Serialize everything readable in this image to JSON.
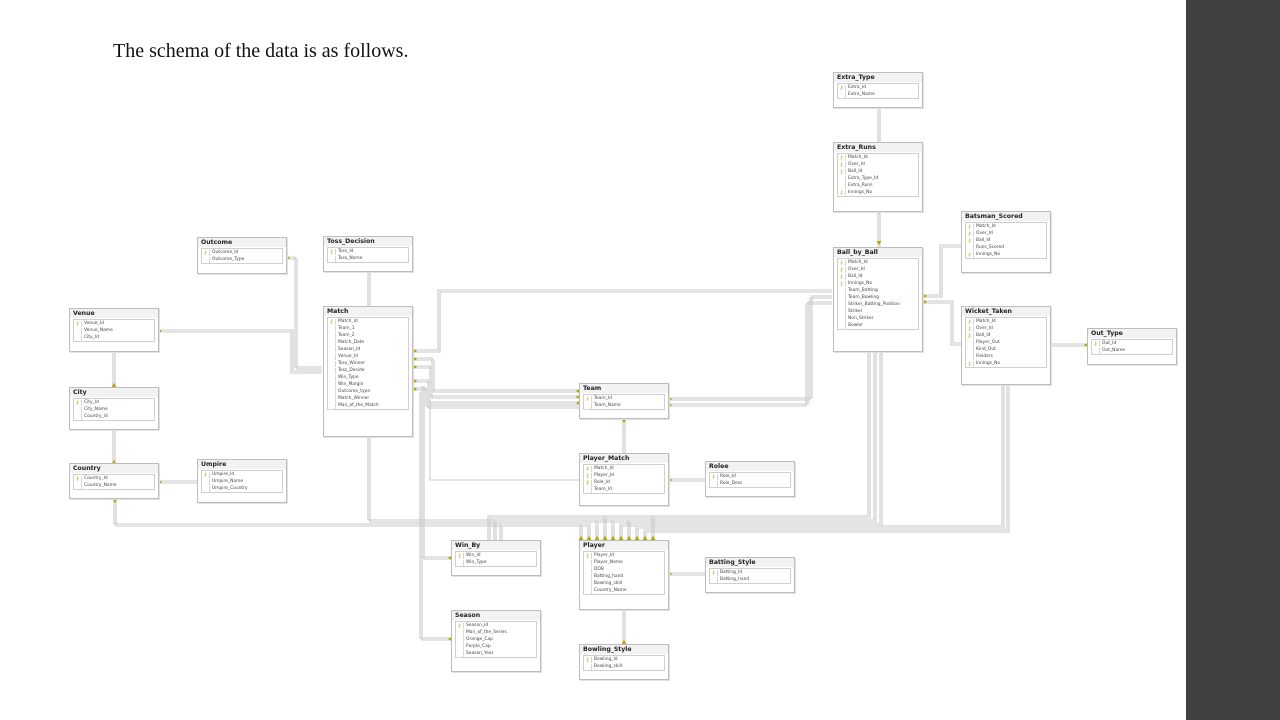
{
  "slide": {
    "title": "The schema of the data is as follows.",
    "sidebar_color": "#404040",
    "connector_color": "#c8c8c8",
    "key_icon_color": "#b8a600"
  },
  "tables": [
    {
      "id": "Extra_Type",
      "name": "Extra_Type",
      "columns": [
        {
          "name": "Extra_Id",
          "pk": true
        },
        {
          "name": "Extra_Name",
          "pk": false
        }
      ]
    },
    {
      "id": "Extra_Runs",
      "name": "Extra_Runs",
      "columns": [
        {
          "name": "Match_Id",
          "pk": true
        },
        {
          "name": "Over_Id",
          "pk": true
        },
        {
          "name": "Ball_Id",
          "pk": true
        },
        {
          "name": "Extra_Type_Id",
          "pk": false
        },
        {
          "name": "Extra_Runs",
          "pk": false
        },
        {
          "name": "Innings_No",
          "pk": true
        }
      ]
    },
    {
      "id": "Batsman_Scored",
      "name": "Batsman_Scored",
      "columns": [
        {
          "name": "Match_Id",
          "pk": true
        },
        {
          "name": "Over_Id",
          "pk": true
        },
        {
          "name": "Ball_Id",
          "pk": true
        },
        {
          "name": "Runs_Scored",
          "pk": false
        },
        {
          "name": "Innings_No",
          "pk": true
        }
      ]
    },
    {
      "id": "Ball_by_Ball",
      "name": "Ball_by_Ball",
      "columns": [
        {
          "name": "Match_Id",
          "pk": true
        },
        {
          "name": "Over_Id",
          "pk": true
        },
        {
          "name": "Ball_Id",
          "pk": true
        },
        {
          "name": "Innings_No",
          "pk": true
        },
        {
          "name": "Team_Batting",
          "pk": false
        },
        {
          "name": "Team_Bowling",
          "pk": false
        },
        {
          "name": "Striker_Batting_Position",
          "pk": false
        },
        {
          "name": "Striker",
          "pk": false
        },
        {
          "name": "Non_Striker",
          "pk": false
        },
        {
          "name": "Bowler",
          "pk": false
        }
      ]
    },
    {
      "id": "Wicket_Taken",
      "name": "Wicket_Taken",
      "columns": [
        {
          "name": "Match_Id",
          "pk": true
        },
        {
          "name": "Over_Id",
          "pk": true
        },
        {
          "name": "Ball_Id",
          "pk": true
        },
        {
          "name": "Player_Out",
          "pk": false
        },
        {
          "name": "Kind_Out",
          "pk": false
        },
        {
          "name": "Fielders",
          "pk": false
        },
        {
          "name": "Innings_No",
          "pk": true
        }
      ]
    },
    {
      "id": "Out_Type",
      "name": "Out_Type",
      "columns": [
        {
          "name": "Out_Id",
          "pk": true
        },
        {
          "name": "Out_Name",
          "pk": false
        }
      ]
    },
    {
      "id": "Outcome",
      "name": "Outcome",
      "columns": [
        {
          "name": "Outcome_Id",
          "pk": true
        },
        {
          "name": "Outcome_Type",
          "pk": false
        }
      ]
    },
    {
      "id": "Toss_Decision",
      "name": "Toss_Decision",
      "columns": [
        {
          "name": "Toss_Id",
          "pk": true
        },
        {
          "name": "Toss_Name",
          "pk": false
        }
      ]
    },
    {
      "id": "Venue",
      "name": "Venue",
      "columns": [
        {
          "name": "Venue_Id",
          "pk": true
        },
        {
          "name": "Venue_Name",
          "pk": false
        },
        {
          "name": "City_Id",
          "pk": false
        }
      ]
    },
    {
      "id": "Match",
      "name": "Match",
      "columns": [
        {
          "name": "Match_Id",
          "pk": true
        },
        {
          "name": "Team_1",
          "pk": false
        },
        {
          "name": "Team_2",
          "pk": false
        },
        {
          "name": "Match_Date",
          "pk": false
        },
        {
          "name": "Season_Id",
          "pk": false
        },
        {
          "name": "Venue_Id",
          "pk": false
        },
        {
          "name": "Toss_Winner",
          "pk": false
        },
        {
          "name": "Toss_Decide",
          "pk": false
        },
        {
          "name": "Win_Type",
          "pk": false
        },
        {
          "name": "Win_Margin",
          "pk": false
        },
        {
          "name": "Outcome_type",
          "pk": false
        },
        {
          "name": "Match_Winner",
          "pk": false
        },
        {
          "name": "Man_of_the_Match",
          "pk": false
        }
      ]
    },
    {
      "id": "City",
      "name": "City",
      "columns": [
        {
          "name": "City_Id",
          "pk": true
        },
        {
          "name": "City_Name",
          "pk": false
        },
        {
          "name": "Country_id",
          "pk": false
        }
      ]
    },
    {
      "id": "Team",
      "name": "Team",
      "columns": [
        {
          "name": "Team_Id",
          "pk": true
        },
        {
          "name": "Team_Name",
          "pk": false
        }
      ]
    },
    {
      "id": "Country",
      "name": "Country",
      "columns": [
        {
          "name": "Country_Id",
          "pk": true
        },
        {
          "name": "Country_Name",
          "pk": false
        }
      ]
    },
    {
      "id": "Umpire",
      "name": "Umpire",
      "columns": [
        {
          "name": "Umpire_Id",
          "pk": true
        },
        {
          "name": "Umpire_Name",
          "pk": false
        },
        {
          "name": "Umpire_Country",
          "pk": false
        }
      ]
    },
    {
      "id": "Player_Match",
      "name": "Player_Match",
      "columns": [
        {
          "name": "Match_Id",
          "pk": true
        },
        {
          "name": "Player_Id",
          "pk": true
        },
        {
          "name": "Role_Id",
          "pk": true
        },
        {
          "name": "Team_Id",
          "pk": false
        }
      ]
    },
    {
      "id": "Rolee",
      "name": "Rolee",
      "columns": [
        {
          "name": "Role_Id",
          "pk": true
        },
        {
          "name": "Role_Desc",
          "pk": false
        }
      ]
    },
    {
      "id": "Win_By",
      "name": "Win_By",
      "columns": [
        {
          "name": "Win_Id",
          "pk": true
        },
        {
          "name": "Win_Type",
          "pk": false
        }
      ]
    },
    {
      "id": "Player",
      "name": "Player",
      "columns": [
        {
          "name": "Player_Id",
          "pk": true
        },
        {
          "name": "Player_Name",
          "pk": false
        },
        {
          "name": "DOB",
          "pk": false
        },
        {
          "name": "Batting_hand",
          "pk": false
        },
        {
          "name": "Bowling_skill",
          "pk": false
        },
        {
          "name": "Country_Name",
          "pk": false
        }
      ]
    },
    {
      "id": "Batting_Style",
      "name": "Batting_Style",
      "columns": [
        {
          "name": "Batting_Id",
          "pk": true
        },
        {
          "name": "Batting_hand",
          "pk": false
        }
      ]
    },
    {
      "id": "Season",
      "name": "Season",
      "columns": [
        {
          "name": "Season_Id",
          "pk": true
        },
        {
          "name": "Man_of_the_Series",
          "pk": false
        },
        {
          "name": "Orange_Cap",
          "pk": false
        },
        {
          "name": "Purple_Cap",
          "pk": false
        },
        {
          "name": "Season_Year",
          "pk": false
        }
      ]
    },
    {
      "id": "Bowling_Style",
      "name": "Bowling_Style",
      "columns": [
        {
          "name": "Bowling_Id",
          "pk": true
        },
        {
          "name": "Bowling_skill",
          "pk": false
        }
      ]
    }
  ],
  "relationships": [
    {
      "from": "Extra_Runs",
      "to": "Extra_Type"
    },
    {
      "from": "Extra_Runs",
      "to": "Ball_by_Ball"
    },
    {
      "from": "Batsman_Scored",
      "to": "Ball_by_Ball"
    },
    {
      "from": "Wicket_Taken",
      "to": "Ball_by_Ball"
    },
    {
      "from": "Wicket_Taken",
      "to": "Out_Type"
    },
    {
      "from": "Match",
      "to": "Outcome"
    },
    {
      "from": "Match",
      "to": "Toss_Decision"
    },
    {
      "from": "Match",
      "to": "Venue"
    },
    {
      "from": "Venue",
      "to": "City"
    },
    {
      "from": "City",
      "to": "Country"
    },
    {
      "from": "Umpire",
      "to": "Country"
    },
    {
      "from": "Match",
      "to": "Team"
    },
    {
      "from": "Ball_by_Ball",
      "to": "Match"
    },
    {
      "from": "Ball_by_Ball",
      "to": "Team"
    },
    {
      "from": "Player_Match",
      "to": "Team"
    },
    {
      "from": "Player_Match",
      "to": "Rolee"
    },
    {
      "from": "Player_Match",
      "to": "Match"
    },
    {
      "from": "Player",
      "to": "Batting_Style"
    },
    {
      "from": "Player",
      "to": "Bowling_Style"
    },
    {
      "from": "Match",
      "to": "Win_By"
    },
    {
      "from": "Match",
      "to": "Season"
    },
    {
      "from": "Match",
      "to": "Player"
    },
    {
      "from": "Ball_by_Ball",
      "to": "Player"
    },
    {
      "from": "Wicket_Taken",
      "to": "Player"
    },
    {
      "from": "Player",
      "to": "Country"
    },
    {
      "from": "Season",
      "to": "Player"
    }
  ]
}
